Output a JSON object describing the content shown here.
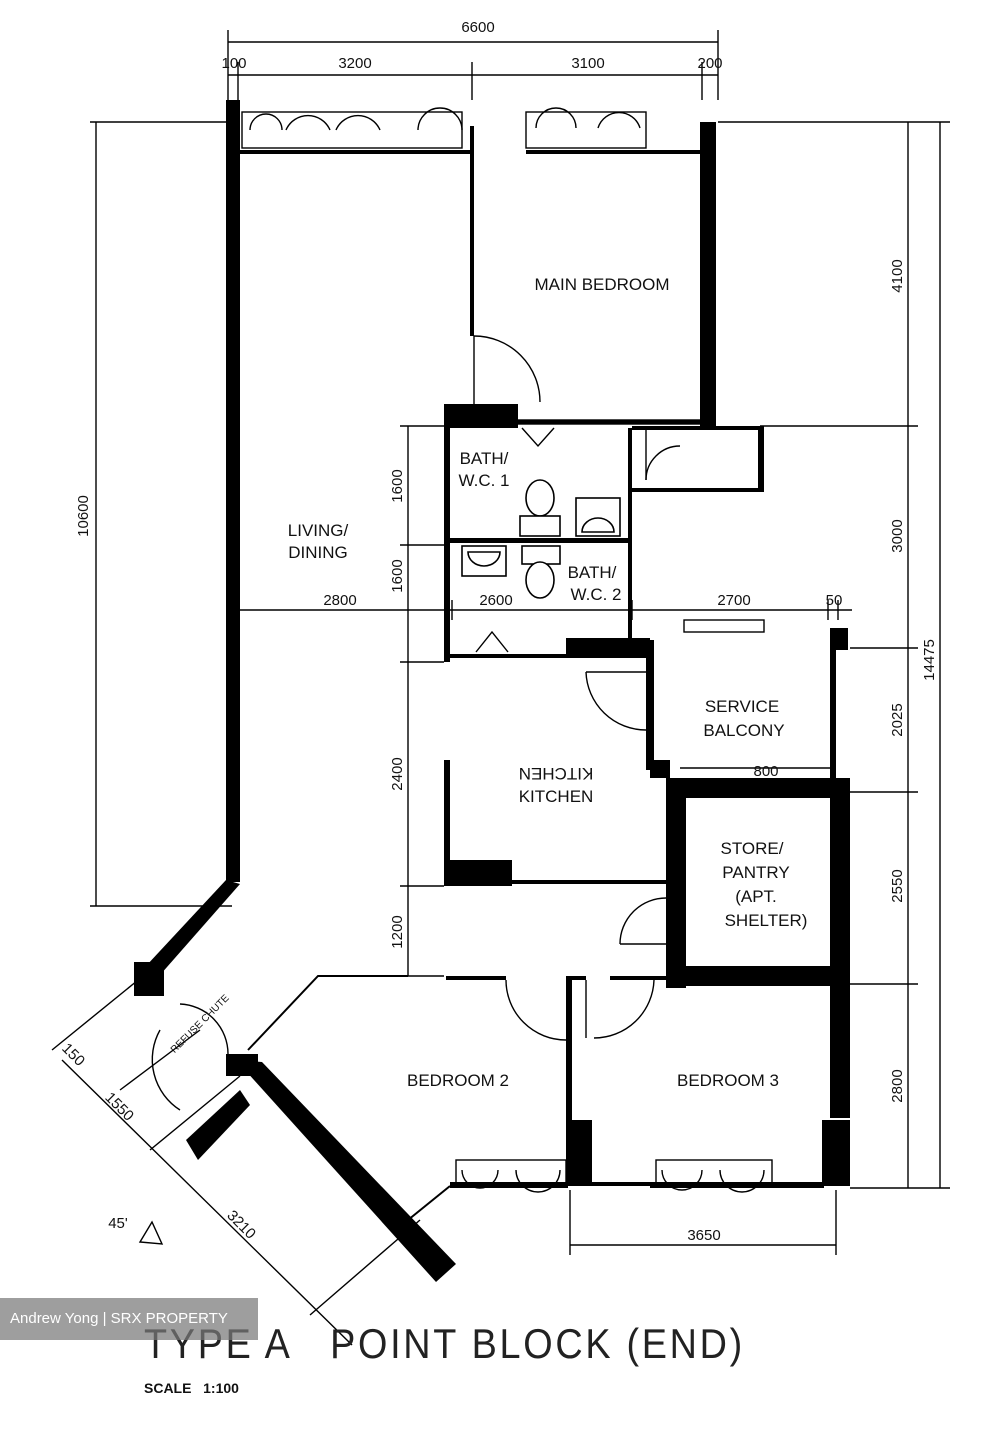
{
  "title": "TYPE A   POINT BLOCK (END)",
  "scale": "SCALE   1:100",
  "watermark": "Andrew Yong | SRX PROPERTY",
  "north_label": "45'",
  "rooms": {
    "main_bedroom": "MAIN BEDROOM",
    "living_dining_1": "LIVING/",
    "living_dining_2": "DINING",
    "bath1_1": "BATH/",
    "bath1_2": "W.C. 1",
    "bath2_1": "BATH/",
    "bath2_2": "W.C. 2",
    "service_balcony_1": "SERVICE",
    "service_balcony_2": "BALCONY",
    "store_1": "STORE/",
    "store_2": "PANTRY",
    "store_3": "(APT.",
    "store_4": "SHELTER)",
    "bedroom2": "BEDROOM 2",
    "bedroom3": "BEDROOM 3",
    "refuse_chute": "REFUSE CHUTE",
    "kitchen_1": "KITCHEN",
    "kitchen_2": "KITCHEN"
  },
  "dimensions": {
    "top_total": "6600",
    "top_100": "100",
    "top_3200": "3200",
    "top_3100": "3100",
    "top_200": "200",
    "left_10600": "10600",
    "right_4100": "4100",
    "right_3000": "3000",
    "right_14475": "14475",
    "right_2025": "2025",
    "right_2550": "2550",
    "right_2800": "2800",
    "mid_1600a": "1600",
    "mid_1600b": "1600",
    "mid_2800": "2800",
    "mid_2600": "2600",
    "mid_2700": "2700",
    "mid_50": "50",
    "mid_1200": "1200",
    "mid_2400": "2400",
    "bottom_3650": "3650",
    "bottom_3210": "3210",
    "bottom_1550": "1550",
    "bottom_150": "150",
    "balcony_800": "800"
  }
}
